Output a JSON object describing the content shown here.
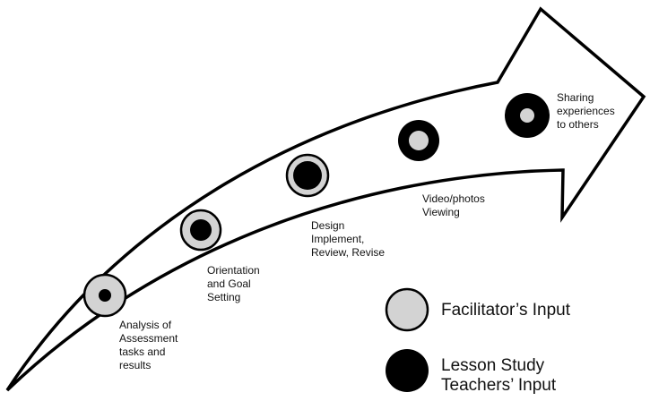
{
  "colors": {
    "arrow_fill": "#ffffff",
    "arrow_stroke": "#000000",
    "facilitator_input": "#d3d3d3",
    "teachers_input": "#000000"
  },
  "steps": [
    {
      "lines": [
        "Analysis of",
        "Assessment",
        "tasks and",
        "results"
      ]
    },
    {
      "lines": [
        "Orientation",
        "and Goal",
        "Setting"
      ]
    },
    {
      "lines": [
        "Design",
        "Implement,",
        "Review, Revise"
      ]
    },
    {
      "lines": [
        "Video/photos",
        "Viewing"
      ]
    },
    {
      "lines": [
        "Sharing",
        "experiences",
        "to others"
      ]
    }
  ],
  "legend": [
    {
      "lines": [
        "Facilitator’s Input"
      ]
    },
    {
      "lines": [
        "Lesson Study",
        "Teachers’ Input"
      ]
    }
  ]
}
